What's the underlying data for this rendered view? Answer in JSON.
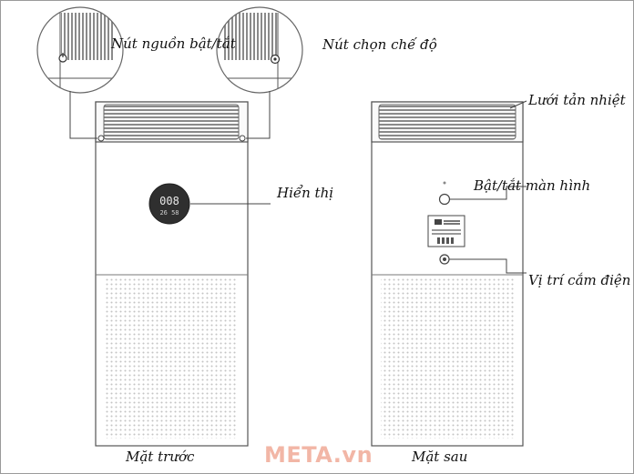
{
  "labels": {
    "power_button": "Nút nguồn bật/tắt",
    "mode_button": "Nút chọn chế độ",
    "display": "Hiển thị",
    "heat_grille": "Lưới tản nhiệt",
    "screen_toggle": "Bật/tắt màn hình",
    "power_socket": "Vị trí cắm điện"
  },
  "display_readout": {
    "top": "008",
    "bottom": "26 58"
  },
  "captions": {
    "front": "Mặt trước",
    "back": "Mặt sau"
  },
  "watermark": "META.vn",
  "colors": {
    "line": "#444444",
    "body_fill": "#ffffff",
    "dots": "#c8c8c8",
    "screen": "#3a3a3a",
    "watermark": "#f2b6a6"
  }
}
